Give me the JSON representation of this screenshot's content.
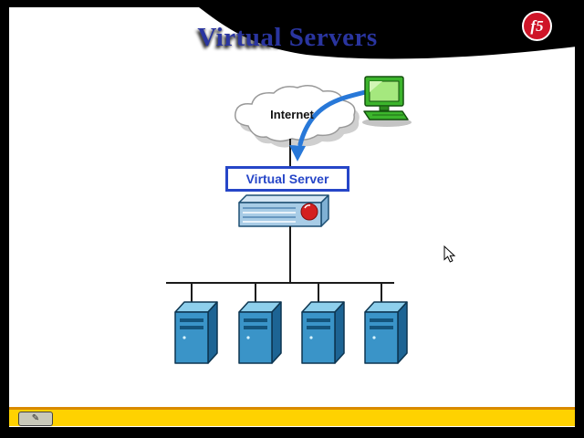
{
  "slide": {
    "title": "Virtual Servers"
  },
  "logo": {
    "text": "f5",
    "color": "#cf1528"
  },
  "diagram": {
    "internet_label": "Internet",
    "virtual_server_label": "Virtual Server",
    "server_count": 4,
    "nodes": [
      "client-workstation-icon",
      "internet-cloud",
      "virtual-server-box",
      "bigip-appliance-icon",
      "server-pool"
    ]
  },
  "icons": {
    "annotation_tool": "✎"
  },
  "colors": {
    "frame_bg": "#000000",
    "slide_bg": "#ffffff",
    "title_blue": "#2a35a0",
    "accent_blue": "#2646c8",
    "arrow_blue": "#2878d8",
    "server_blue": "#3a94c8",
    "footer_yellow": "#ffd200",
    "footer_orange": "#d98a00",
    "logo_red": "#cf1528",
    "workstation_green": "#3cb52c"
  }
}
